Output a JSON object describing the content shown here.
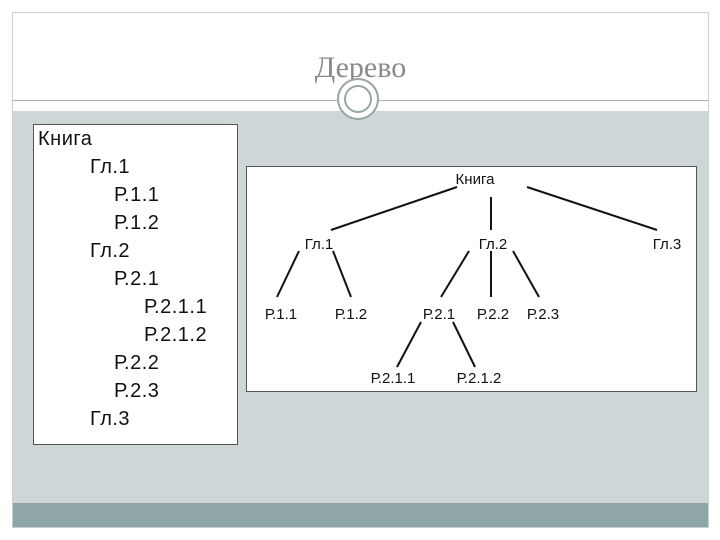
{
  "slide": {
    "title": "Дерево"
  },
  "outline": {
    "items": [
      {
        "text": "Книга"
      },
      {
        "text": "Гл.1"
      },
      {
        "text": "Р.1.1"
      },
      {
        "text": "Р.1.2"
      },
      {
        "text": "Гл.2"
      },
      {
        "text": "Р.2.1"
      },
      {
        "text": "Р.2.1.1"
      },
      {
        "text": "Р.2.1.2"
      },
      {
        "text": "Р.2.2"
      },
      {
        "text": "Р.2.3"
      },
      {
        "text": "Гл.3"
      }
    ]
  },
  "tree": {
    "root": "Книга",
    "chapters": [
      "Гл.1",
      "Гл.2",
      "Гл.3"
    ],
    "sections": [
      "Р.1.1",
      "Р.1.2",
      "Р.2.1",
      "Р.2.2",
      "Р.2.3"
    ],
    "subsections": [
      "Р.2.1.1",
      "Р.2.1.2"
    ]
  },
  "colors": {
    "content_background": "#cfd6d7",
    "footer_band": "#8ea6a5",
    "title_text": "#8a8a8a"
  }
}
